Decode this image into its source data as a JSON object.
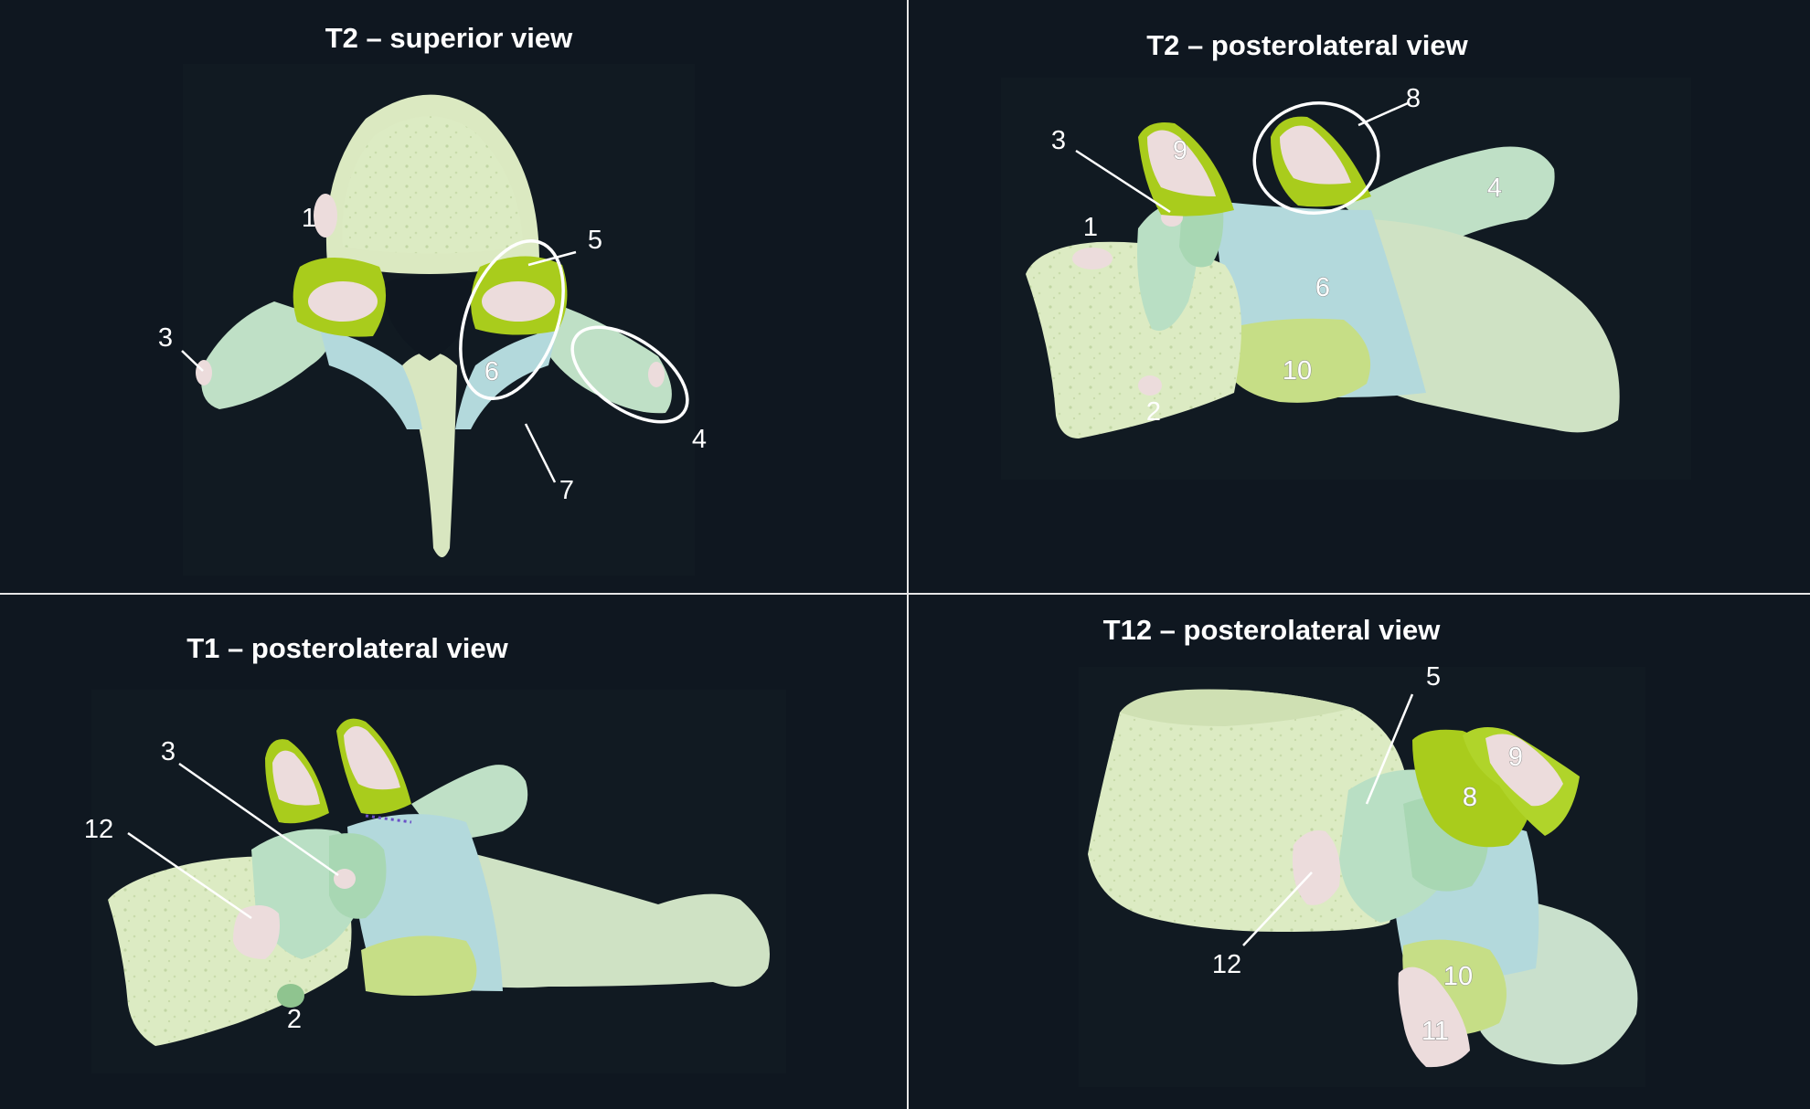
{
  "panels": {
    "top_left": {
      "title": "T2 – superior view",
      "labels": {
        "l1": "1",
        "l3": "3",
        "l4": "4",
        "l5": "5",
        "l6": "6",
        "l7": "7"
      }
    },
    "top_right": {
      "title": "T2 – posterolateral view",
      "labels": {
        "l1": "1",
        "l2": "2",
        "l3": "3",
        "l4": "4",
        "l6": "6",
        "l8": "8",
        "l9": "9",
        "l10": "10"
      }
    },
    "bottom_left": {
      "title": "T1 – posterolateral view",
      "labels": {
        "l2": "2",
        "l3": "3",
        "l12": "12"
      }
    },
    "bottom_right": {
      "title": "T12 – posterolateral view",
      "labels": {
        "l5": "5",
        "l8": "8",
        "l9": "9",
        "l10": "10",
        "l11": "11",
        "l12": "12"
      }
    }
  },
  "colors": {
    "background": "#0f1720",
    "bone": "#d9e8c0",
    "transverse": "#b9dfc4",
    "lamina": "#b3d9dc",
    "articular": "#a9cc1c",
    "facet": "#ecdcdc",
    "pedicle_region": "#c6de86"
  }
}
